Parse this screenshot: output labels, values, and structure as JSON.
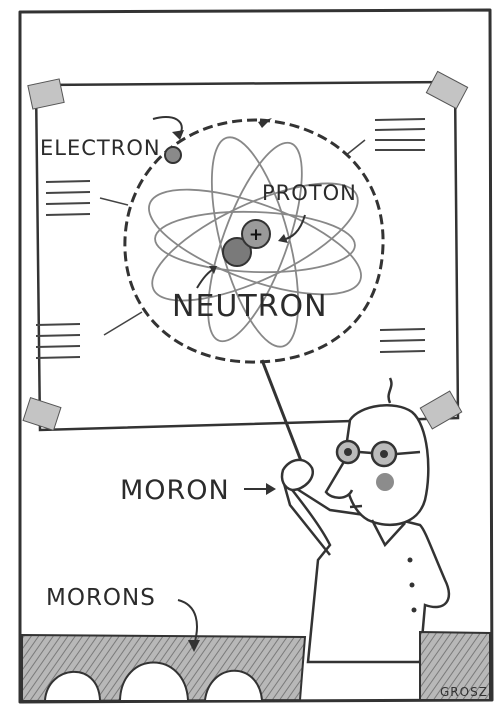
{
  "cartoon": {
    "labels": {
      "electron": "ELECTRON",
      "proton": "PROTON",
      "neutron": "NEUTRON",
      "proton_sign": "+",
      "moron": "MORON",
      "morons": "MORONS"
    },
    "signature": "GROSZ",
    "colors": {
      "paper": "#ffffff",
      "pencil": "#2e2e2e",
      "shade": "#9a9a9a",
      "tape": "#bdbdbd",
      "cheek": "#8c8c8c"
    }
  }
}
